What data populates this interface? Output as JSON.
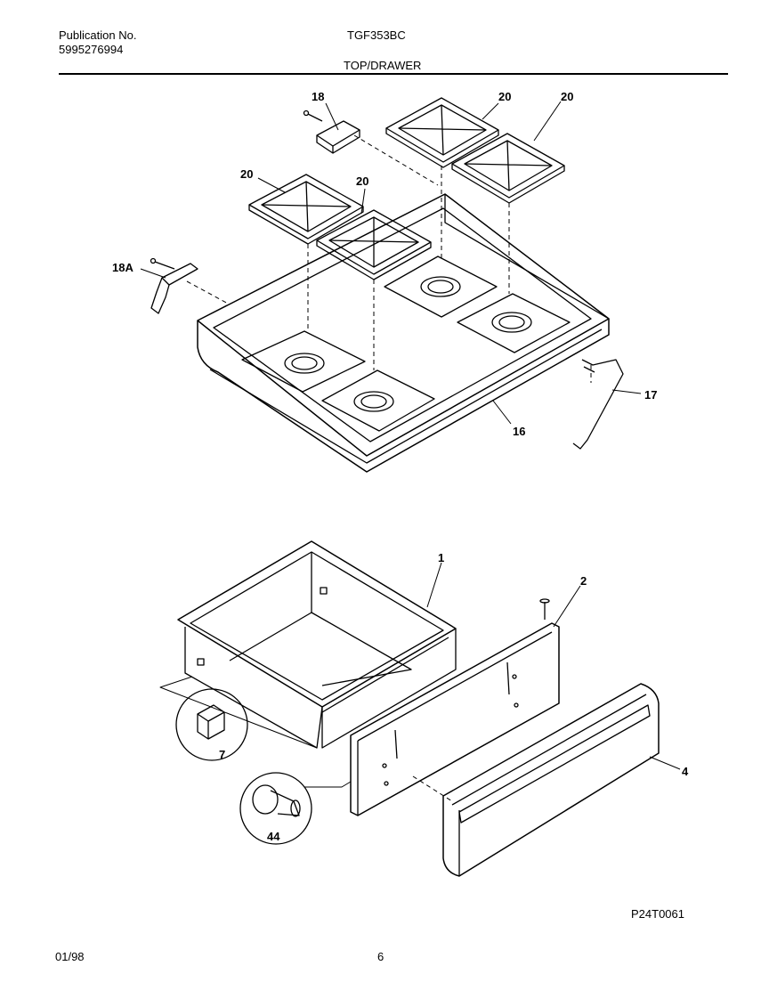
{
  "header": {
    "publication_label": "Publication No.",
    "publication_number": "5995276994",
    "model": "TGF353BC",
    "section": "TOP/DRAWER"
  },
  "callouts": {
    "c18": "18",
    "c18a": "18A",
    "c20": "20",
    "c16": "16",
    "c17": "17",
    "c1": "1",
    "c2": "2",
    "c4": "4",
    "c7": "7",
    "c44": "44"
  },
  "footer": {
    "drawing_code": "P24T0061",
    "date": "01/98",
    "page": "6"
  }
}
